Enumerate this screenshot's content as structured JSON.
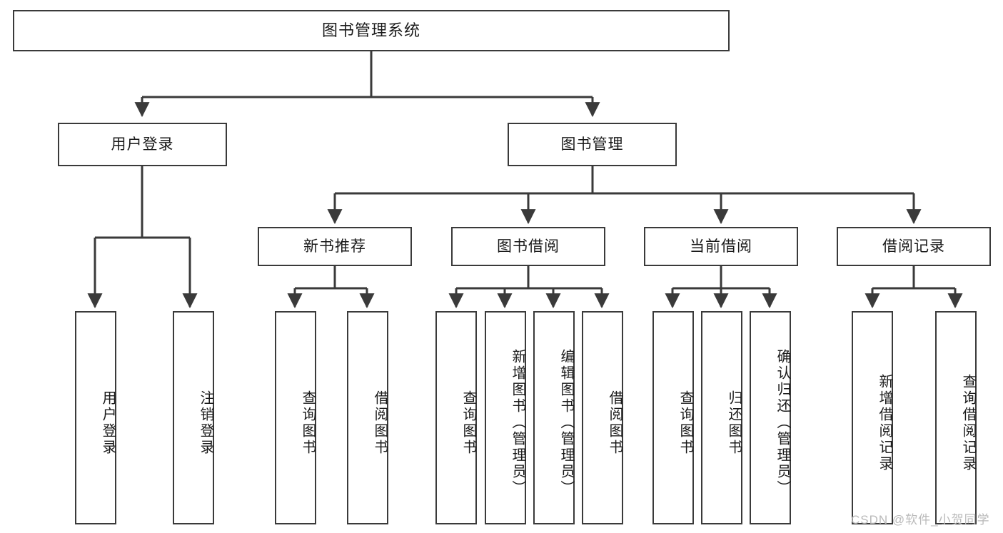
{
  "diagram": {
    "title": "图书管理系统",
    "type": "tree",
    "watermark": "CSDN @软件_小贺同学",
    "colors": {
      "box_border": "#3a3a3a",
      "box_fill": "#ffffff",
      "edge": "#3a3a3a",
      "text": "#1a1a1a",
      "background": "#ffffff",
      "watermark": "#b9b9b9"
    },
    "levels": {
      "root": {
        "label": "图书管理系统"
      },
      "level2": [
        {
          "label": "用户登录"
        },
        {
          "label": "图书管理"
        }
      ],
      "level3": [
        {
          "label": "新书推荐"
        },
        {
          "label": "图书借阅"
        },
        {
          "label": "当前借阅"
        },
        {
          "label": "借阅记录"
        }
      ]
    },
    "nodes": {
      "root": "图书管理系统",
      "user_login": "用户登录",
      "book_manage": "图书管理",
      "new_book_rec": "新书推荐",
      "book_borrow": "图书借阅",
      "current_borrow": "当前借阅",
      "borrow_record": "借阅记录",
      "leaf_user_login": "用户登录",
      "leaf_user_logout": "注销登录",
      "leaf_rec_query_book": "查询图书",
      "leaf_rec_borrow_book": "借阅图书",
      "leaf_borrow_query_book": "查询图书",
      "leaf_borrow_add_book": "新增图书（管理员）",
      "leaf_borrow_edit_book": "编辑图书（管理员）",
      "leaf_borrow_borrow_book": "借阅图书",
      "leaf_cur_query_book": "查询图书",
      "leaf_cur_return_book": "归还图书",
      "leaf_cur_confirm_return": "确认归还（管理员）",
      "leaf_rec_add_record": "新增借阅记录",
      "leaf_rec_query_record": "查询借阅记录"
    }
  }
}
